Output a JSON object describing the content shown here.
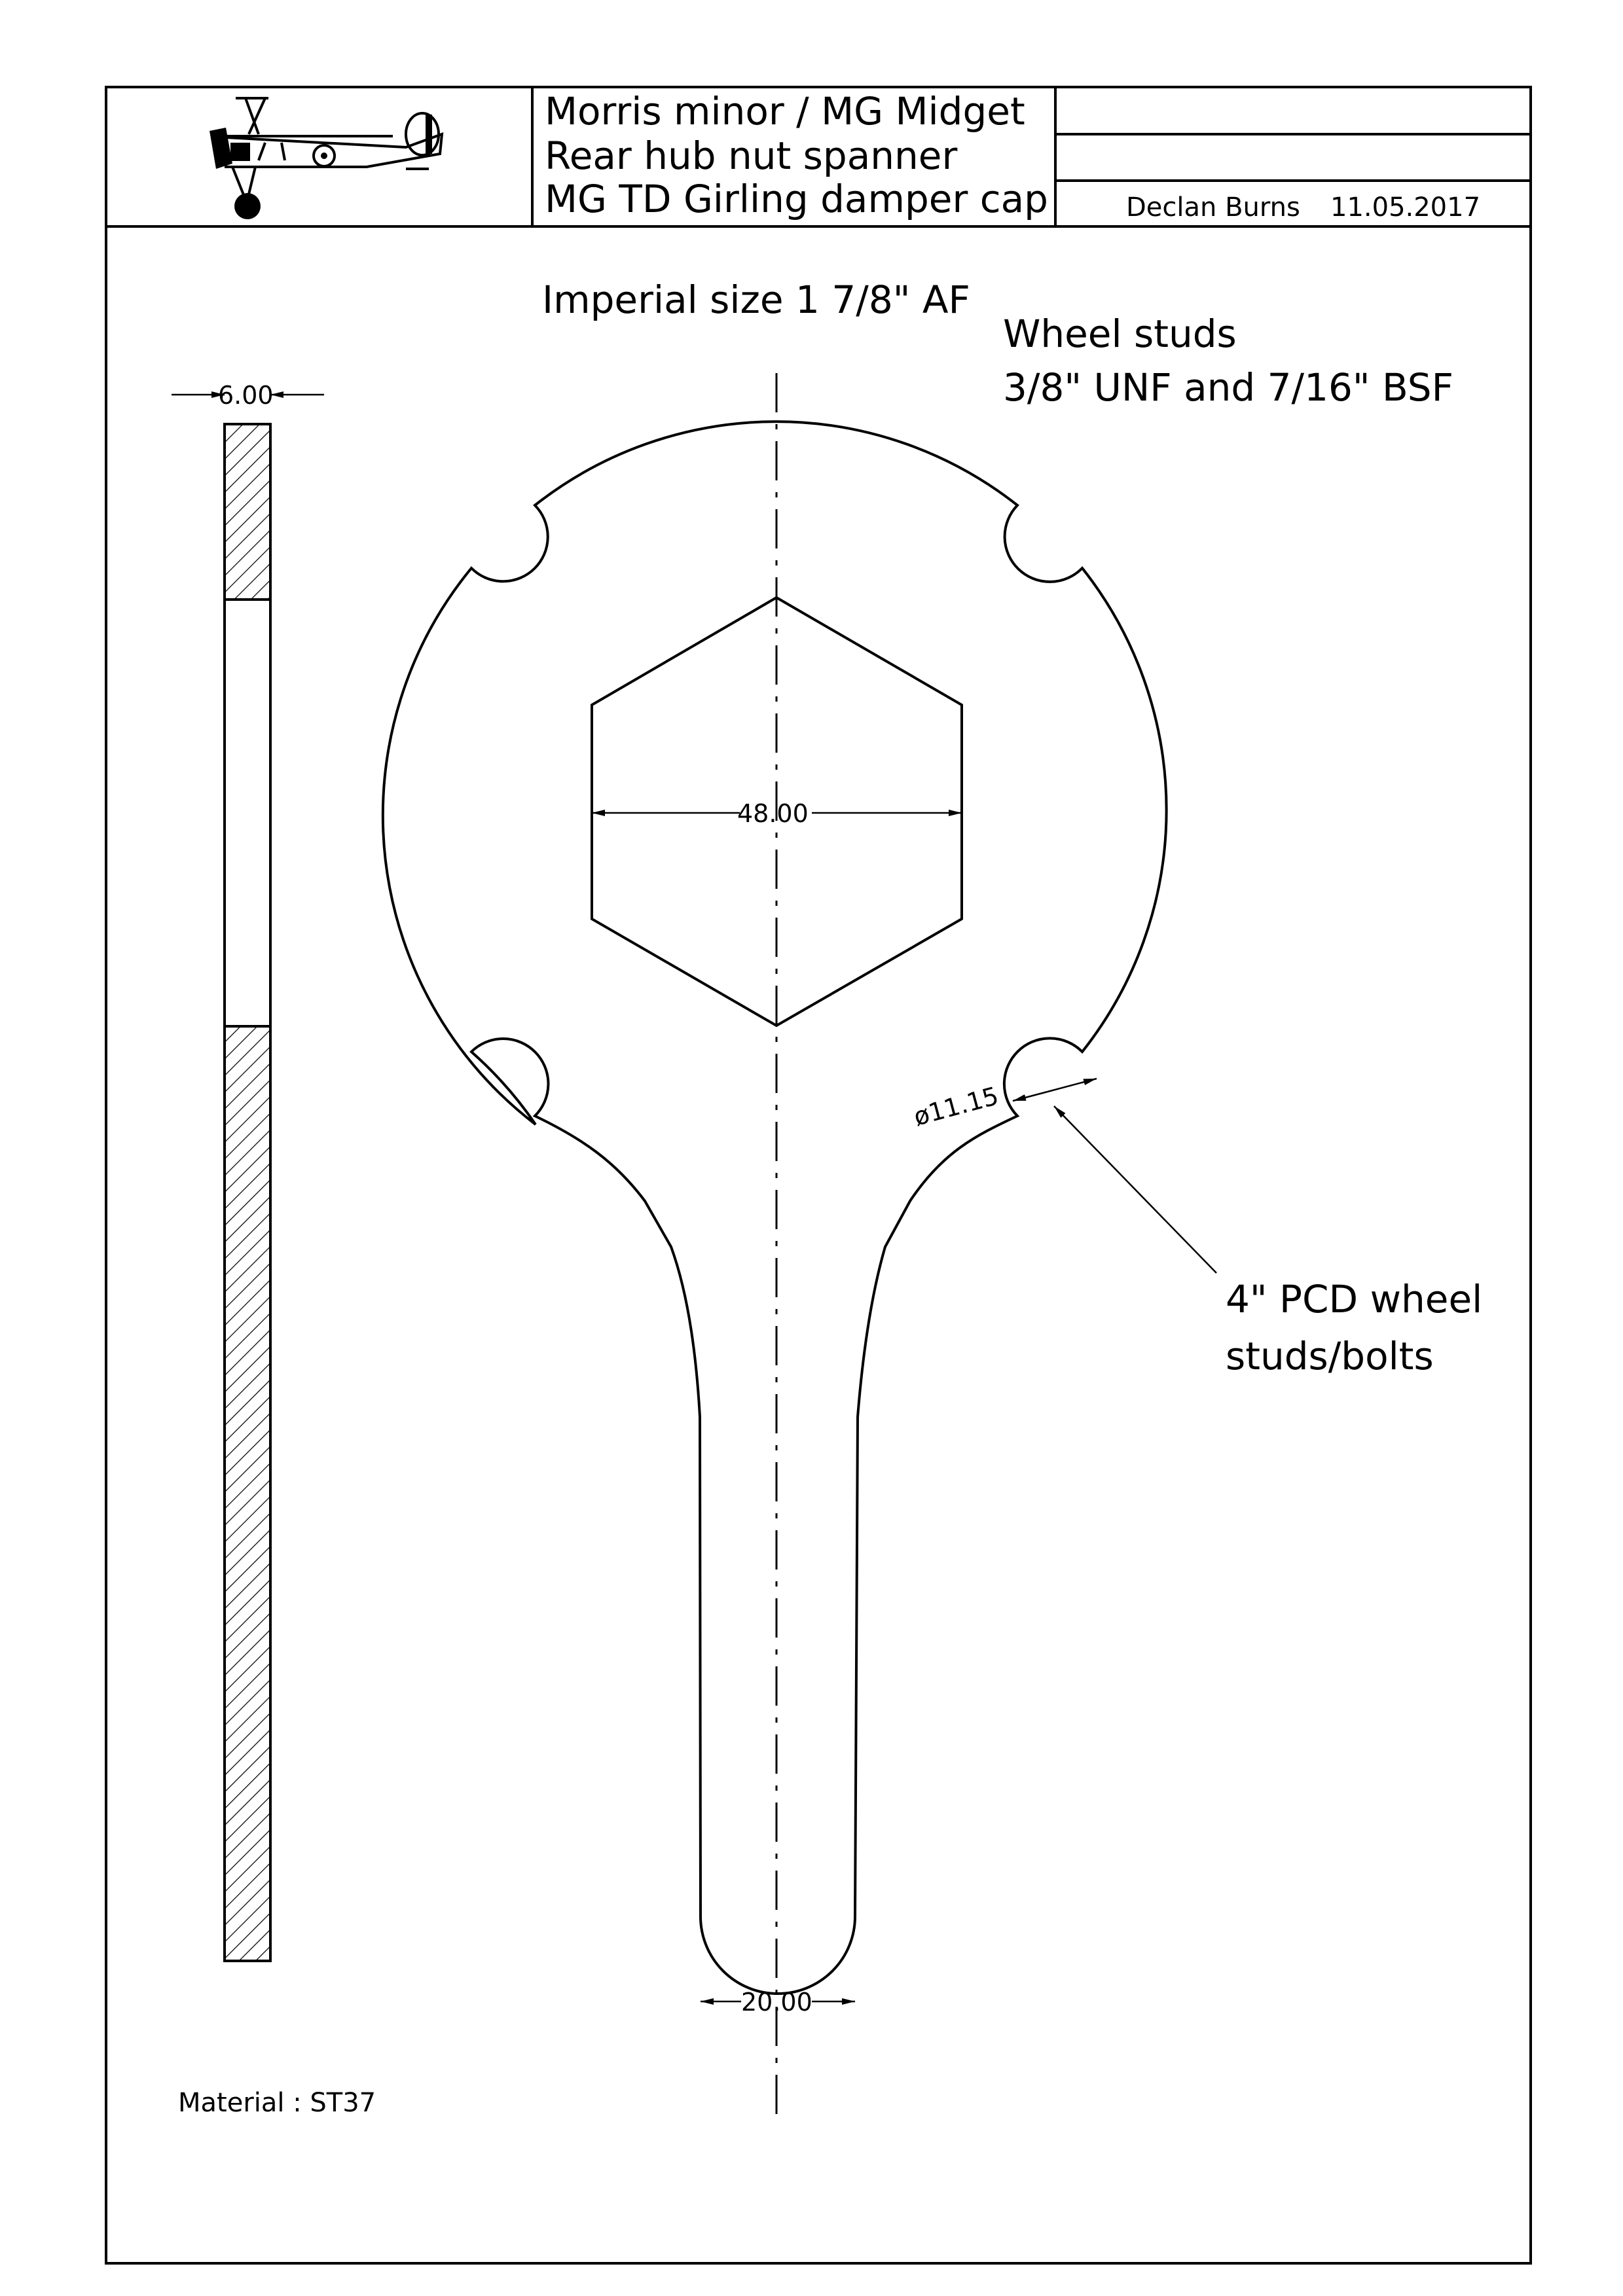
{
  "title_block": {
    "title_line_1": "Morris minor / MG Midget",
    "title_line_2": "Rear hub nut spanner",
    "title_line_3": "MG TD Girling damper cap",
    "author": "Declan Burns",
    "date": "11.05.2017",
    "logo_icon": "biplane-icon"
  },
  "notes": {
    "imperial_size": "Imperial size 1 7/8\" AF",
    "wheel_studs_line_1": "Wheel studs",
    "wheel_studs_line_2": "3/8\" UNF and 7/16\" BSF",
    "pcd_line_1": "4\" PCD wheel",
    "pcd_line_2": "studs/bolts",
    "material": "Material : ST37"
  },
  "dimensions": {
    "thickness": "6.00",
    "hex_across_flats": "48.00",
    "notch_diameter": "ø11.15",
    "handle_width": "20.00"
  }
}
